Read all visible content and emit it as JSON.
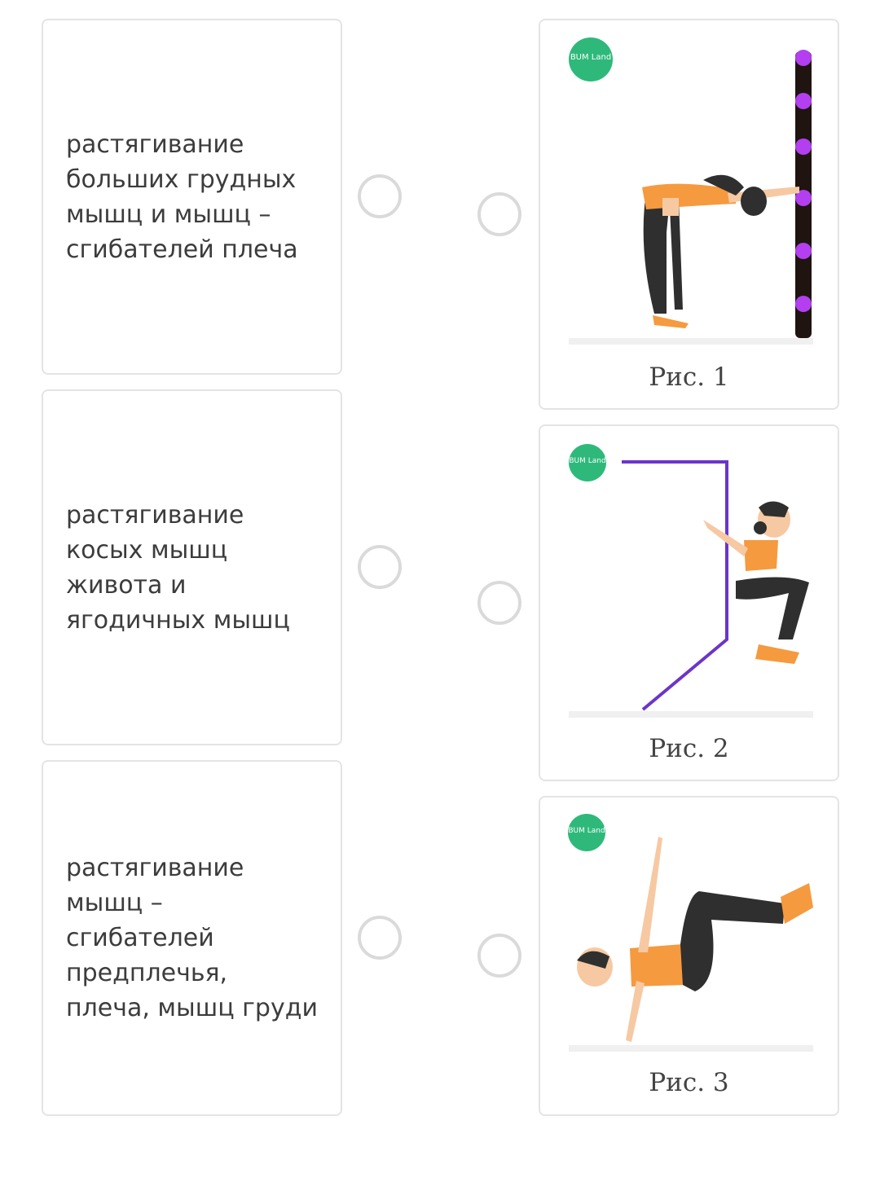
{
  "items": [
    {
      "text": "растягивание больших грудных мышц и мышц – сгибателей плеча"
    },
    {
      "text": "растягивание косых мышц живота и ягодичных мышц"
    },
    {
      "text": "растягивание мышц – сгибателей предплечья, плеча, мышц груди"
    }
  ],
  "images": [
    {
      "caption": "Рис. 1",
      "logo": "BUM Land"
    },
    {
      "caption": "Рис. 2",
      "logo": "BUM Land"
    },
    {
      "caption": "Рис. 3",
      "logo": "BUM Land"
    }
  ],
  "colors": {
    "accent_logo": "#2eb97a",
    "shirt": "#f59a3f",
    "pants": "#2f2f2f",
    "skin": "#f6c9a3",
    "wall_purple": "#6b35c9",
    "bar_dots": "#b33ff0"
  }
}
